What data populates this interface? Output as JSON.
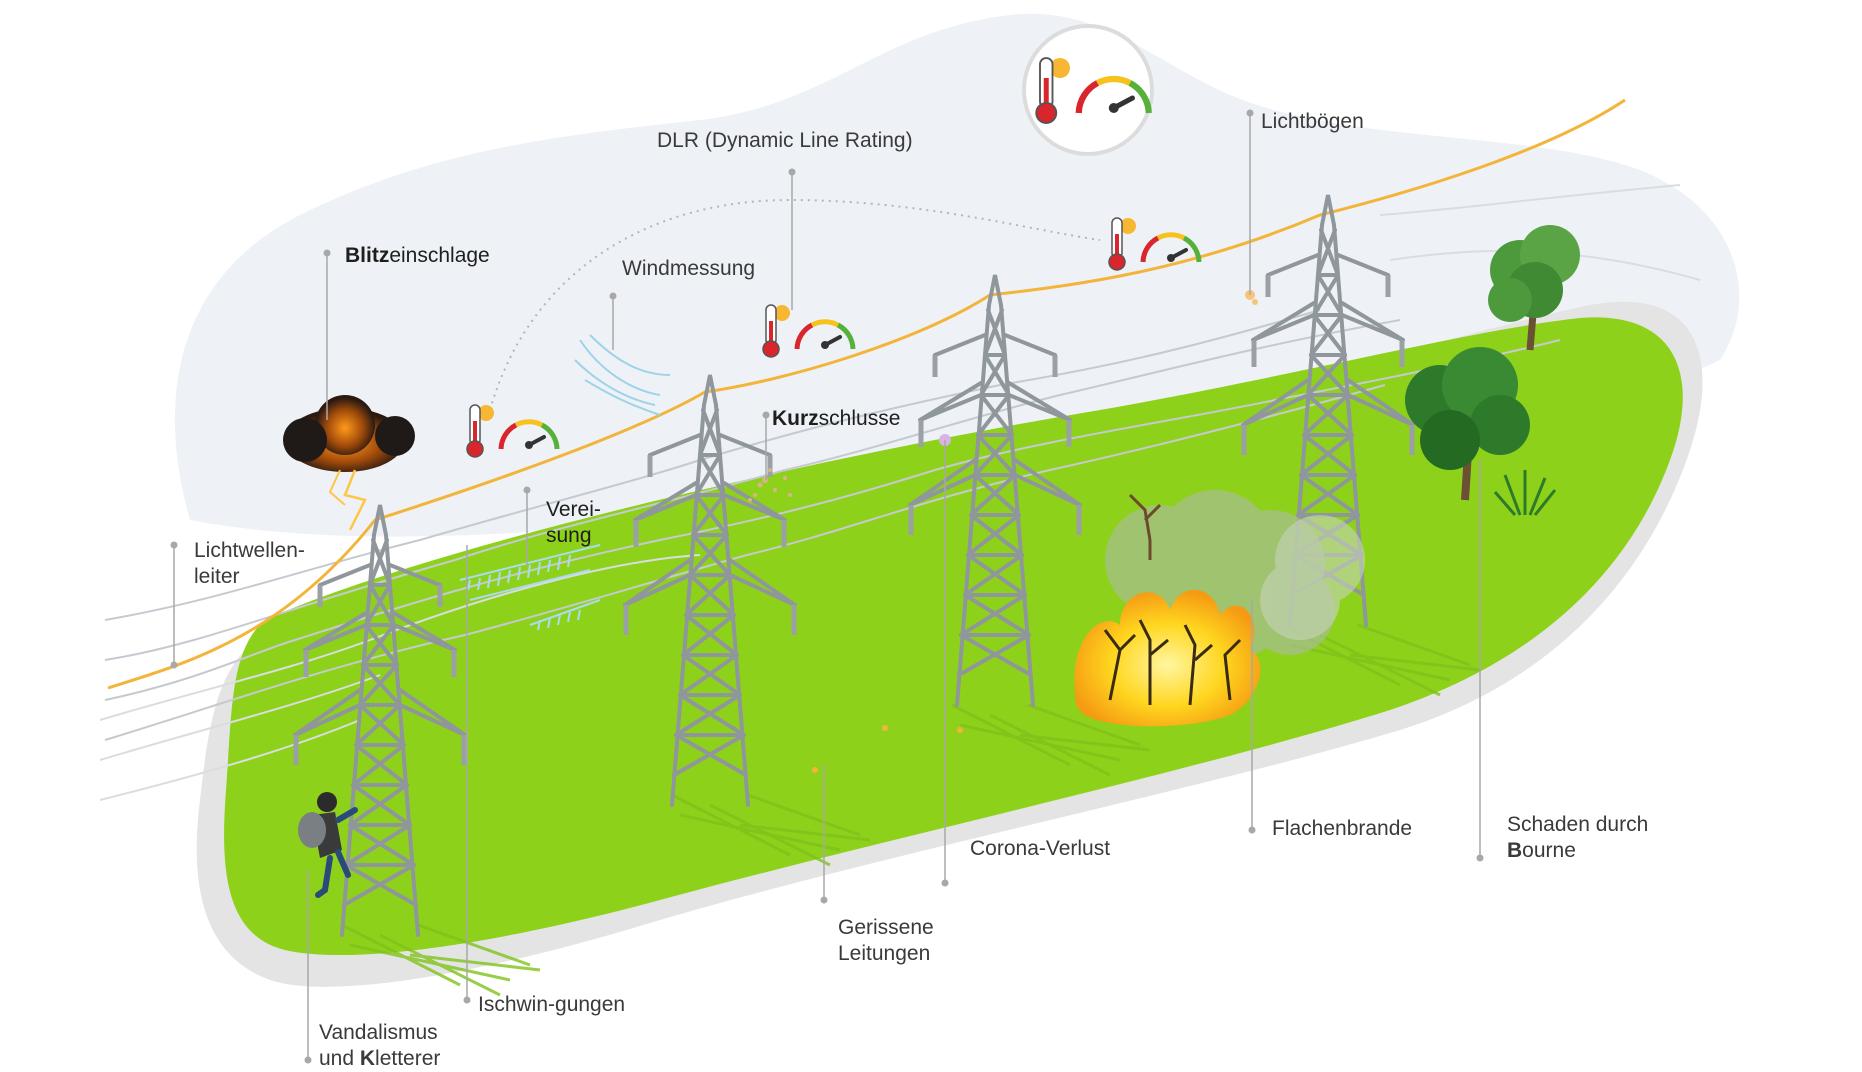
{
  "colors": {
    "sky": "#eef2f7",
    "ground_light": "#8ed11a",
    "ground_shadow": "#e6e6e6",
    "tower": "#8f969c",
    "fiber_line": "#f3b43a",
    "conductor": "#c9cdd2",
    "leader_line": "#a0a0a0",
    "fire_orange": "#f59a12",
    "fire_yellow": "#ffd61f",
    "smoke": "#a7bf8c",
    "tree_dark": "#2d7b2a",
    "tree_light": "#4d9a3c",
    "gauge_red": "#d9262c",
    "gauge_yellow": "#f6c21c",
    "gauge_green": "#56b13a"
  },
  "icons": [
    "thermometer-sun-icon",
    "gauge-icon",
    "thundercloud-icon",
    "wind-icon",
    "spark-icon",
    "ice-icon",
    "fire-icon",
    "tree-icon",
    "climber-icon",
    "transmission-tower-icon"
  ],
  "labels": {
    "dlr": "DLR (Dynamic Line Rating)",
    "lichtboegen": "Lichtbögen",
    "blitz_bold": "Blitz",
    "blitz_rest": "einschlage",
    "windmessung": "Windmessung",
    "kurz_bold": "Kurz",
    "kurz_rest": "schlusse",
    "vereisung_1": "Verei-",
    "vereisung_2": "sung",
    "lichtwellen_1": "Lichtwellen-",
    "lichtwellen_2": "leiter",
    "corona": "Corona-Verlust",
    "flachenbrande": "Flachenbrande",
    "schaden_1": "Schaden durch",
    "schaden_2_bold": "B",
    "schaden_2_rest": "ourne",
    "gerissene_1": "Gerissene",
    "gerissene_2": "Leitungen",
    "ischwin": "Ischwin-gungen",
    "vandalismus_1": "Vandalismus",
    "vandalismus_2_pre": "und ",
    "vandalismus_2_bold": "K",
    "vandalismus_2_rest": "letterer"
  }
}
